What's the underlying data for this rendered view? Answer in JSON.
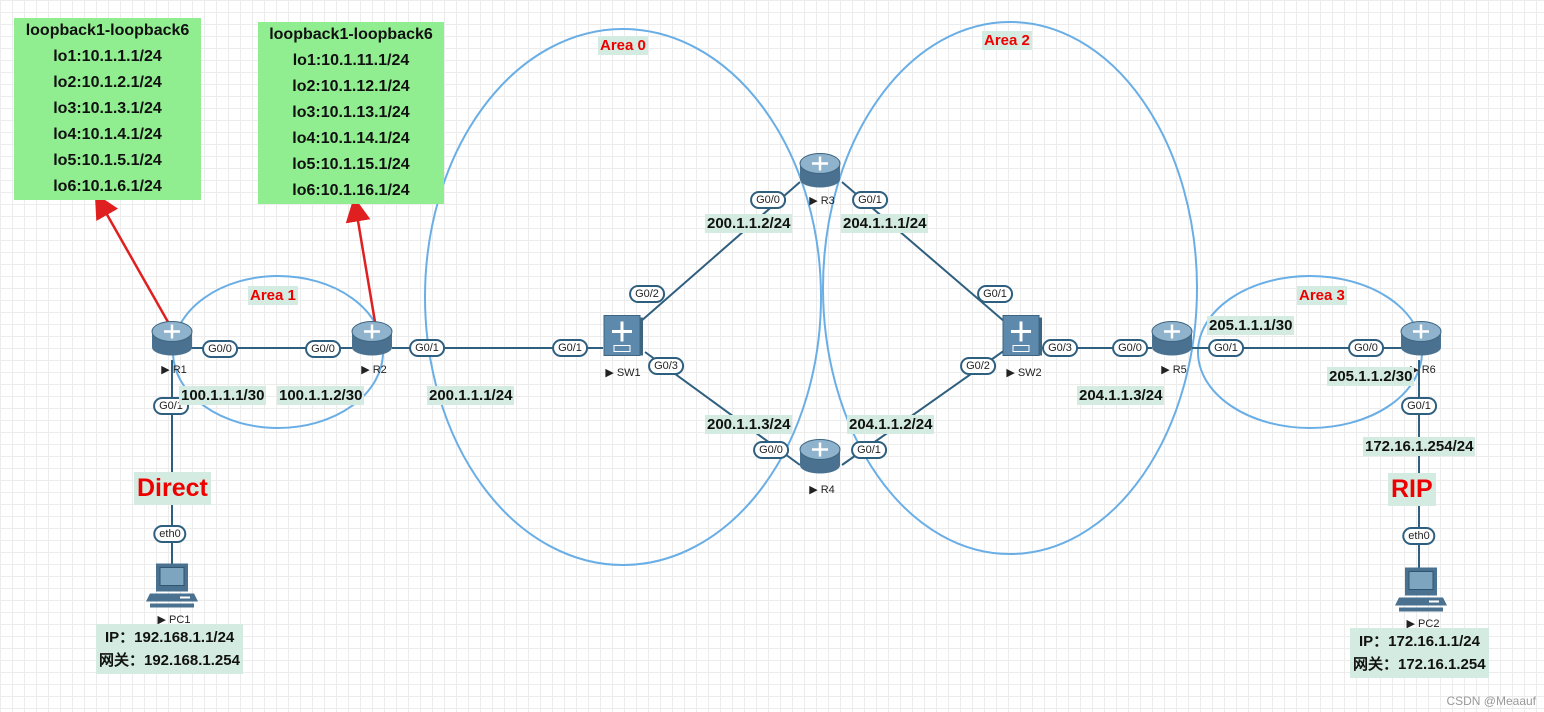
{
  "loopback_boxes": [
    {
      "title": "loopback1-loopback6",
      "lines": [
        "lo1:10.1.1.1/24",
        "lo2:10.1.2.1/24",
        "lo3:10.1.3.1/24",
        "lo4:10.1.4.1/24",
        "lo5:10.1.5.1/24",
        "lo6:10.1.6.1/24"
      ]
    },
    {
      "title": "loopback1-loopback6",
      "lines": [
        "lo1:10.1.11.1/24",
        "lo2:10.1.12.1/24",
        "lo3:10.1.13.1/24",
        "lo4:10.1.14.1/24",
        "lo5:10.1.15.1/24",
        "lo6:10.1.16.1/24"
      ]
    }
  ],
  "areas": {
    "a0": "Area 0",
    "a1": "Area 1",
    "a2": "Area 2",
    "a3": "Area 3"
  },
  "protocols": {
    "direct": "Direct",
    "rip": "RIP"
  },
  "devices": {
    "r1": "R1",
    "r2": "R2",
    "r3": "R3",
    "r4": "R4",
    "r5": "R5",
    "r6": "R6",
    "sw1": "SW1",
    "sw2": "SW2",
    "pc1": "PC1",
    "pc2": "PC2"
  },
  "ports": [
    "G0/0",
    "G0/0",
    "G0/1",
    "G0/1",
    "G0/1",
    "G0/2",
    "G0/3",
    "G0/0",
    "G0/1",
    "G0/1",
    "G0/2",
    "G0/3",
    "G0/0",
    "G0/1",
    "G0/0",
    "G0/1",
    "G0/0",
    "G0/1",
    "eth0",
    "eth0"
  ],
  "ips": {
    "r1_g00": "100.1.1.1/30",
    "r2_g00": "100.1.1.2/30",
    "r2_g01": "200.1.1.1/24",
    "r3_g00": "200.1.1.2/24",
    "r3_g01": "204.1.1.1/24",
    "r4_g00": "200.1.1.3/24",
    "r4_g01": "204.1.1.2/24",
    "r5_g00": "204.1.1.3/24",
    "r5_g01": "205.1.1.1/30",
    "r6_g00": "205.1.1.2/30",
    "r6_g01": "172.16.1.254/24"
  },
  "pc1": {
    "ip": "IP：192.168.1.1/24",
    "gw": "网关：192.168.1.254"
  },
  "pc2": {
    "ip": "IP：172.16.1.1/24",
    "gw": "网关：172.16.1.254"
  },
  "watermark": "CSDN @Meaauf",
  "colors": {
    "link": "#2f5f7f",
    "ellipse": "#6aaee6",
    "arrow": "#e02020",
    "loopback_bg": "#90ee90",
    "label_bg": "#d3ebe0"
  }
}
